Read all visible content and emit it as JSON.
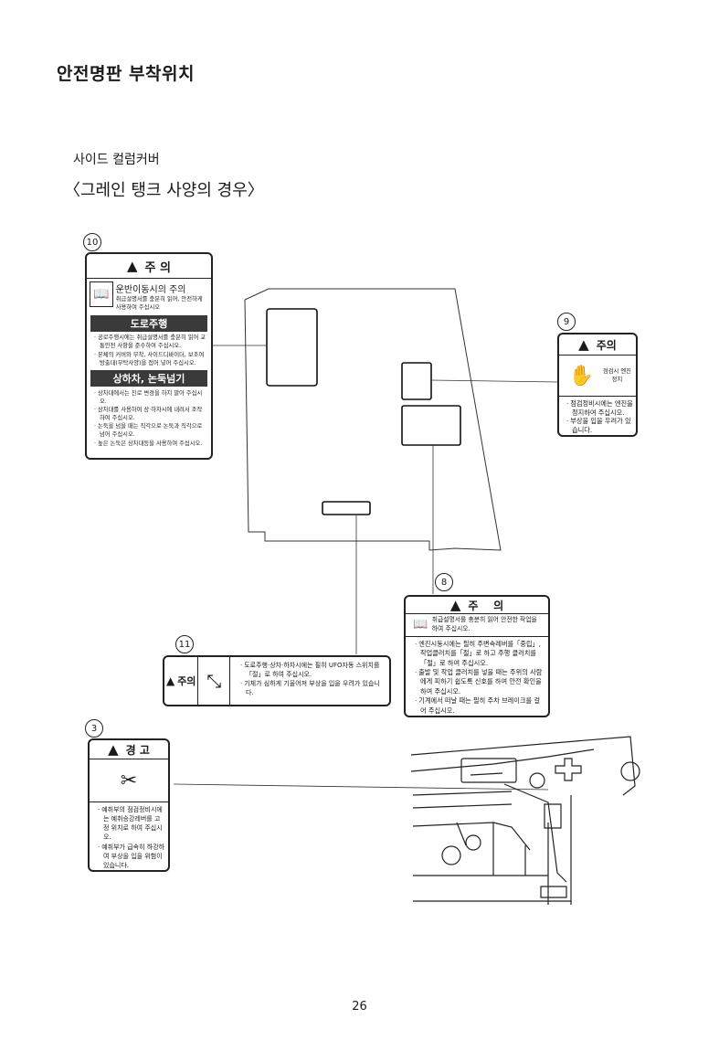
{
  "page_title": "안전명판 부착위치",
  "section": "사이드 컬럼커버",
  "subtitle": "〈그레인 탱크 사양의 경우〉",
  "labels": {
    "l10": {
      "num": "10",
      "header": "주 의",
      "top_title": "운반이동시의 주의",
      "top_text": "취급설명서를 충분히 읽어, 안전하게 사용하여 주십시오",
      "bar1": "도로주행",
      "bar1_items": [
        "공로주행시에는 취급설명서를 충분히 읽어 교통안전 사항을 준수하여 주십시오.",
        "본체의 커버와 부착, 사이드디바이더, 보조여 방출대(부탁사양)을 접어 넣어 주십시오."
      ],
      "bar2": "상하차, 논둑넘기",
      "bar2_items": [
        "상차대에서는 진로 변경을 하지 말아 주십시오.",
        "상차대를 사용하여 상·하차시에 내려서 조작하여 주십시오.",
        "논둑을 넘을 때는 직각으로 논둑과 직각으로 넘어 주십시오.",
        "높은 논둑은 상차대등을 사용하여 주십시오."
      ]
    },
    "l9": {
      "num": "9",
      "header": "주의",
      "icon_text": "점검시 엔진정지",
      "items": [
        "점검정비시에는 엔진을 정지하여 주십시오.",
        "부상을 입을 우려가 있습니다."
      ]
    },
    "l8": {
      "num": "8",
      "header": "주    의",
      "top_text": "취급설명서를 충분히 읽어 안전한 작업을 하여 주십시오.",
      "items": [
        "엔진시동시에는 필히 주변속레버를「중립」, 작업클러치를「절」로 하고 주행 클러치를「절」로 하여 주십시오.",
        "출발 및 작업 클러치를 넣을 때는 주위의 사람에게 피하기 쉽도록 신호를 하여 안전 확인을 하여 주십시오.",
        "기계에서 떠날 때는 필히 주차 브레이크를 걸어 주십시오."
      ]
    },
    "l11": {
      "num": "11",
      "header": "주의",
      "items": [
        "도로주행·상차·하차시에는 필히 UFO자동 스위치를「절」로 하여 주십시오.",
        "기체가 심하게 기울어져 부상을 입을 우려가 있습니다."
      ]
    },
    "l3": {
      "num": "3",
      "header": "경 고",
      "items": [
        "예취부의 점검정비시에는 예취승강레버를 고정 위치로 하여 주십시오.",
        "예취부가 급속히 하강하여 부상을 입을 위험이 있습니다."
      ]
    }
  },
  "page_number": "26"
}
